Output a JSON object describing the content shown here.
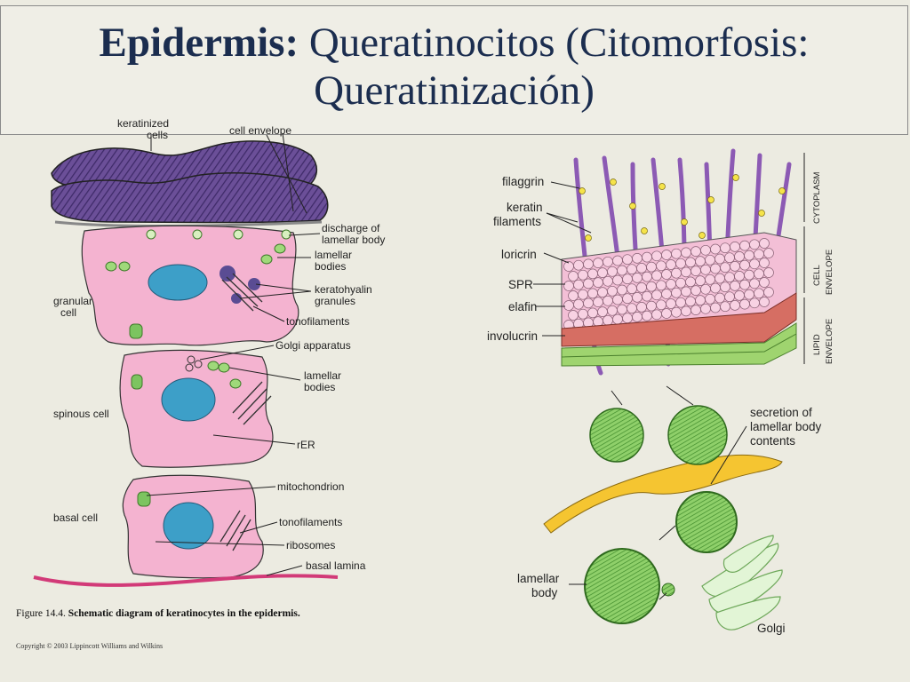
{
  "title": {
    "bold": "Epidermis:",
    "line1_rest": " Queratinocitos (Citomorfosis:",
    "line2": "Queratinización)"
  },
  "left_figure": {
    "labels": {
      "keratinized_1": "keratinized",
      "keratinized_2": "cells",
      "cell_envelope": "cell envelope",
      "discharge_1": "discharge of",
      "discharge_2": "lamellar body",
      "lamellar_1": "lamellar",
      "lamellar_2": "bodies",
      "keratohyalin_1": "keratohyalin",
      "keratohyalin_2": "granules",
      "tonofilaments_a": "tonofilaments",
      "golgi_apparatus": "Golgi apparatus",
      "lamellar_b1": "lamellar",
      "lamellar_b2": "bodies",
      "rer": "rER",
      "mitochondrion": "mitochondrion",
      "tonofilaments_b": "tonofilaments",
      "ribosomes": "ribosomes",
      "basal_lamina": "basal lamina",
      "granular_1": "granular",
      "granular_2": "cell",
      "spinous": "spinous cell",
      "basal": "basal cell"
    },
    "caption_prefix": "Figure 14.4.",
    "caption_text": " Schematic diagram of keratinocytes in the epidermis.",
    "copyright": "Copyright © 2003 Lippincott Williams and Wilkins"
  },
  "right_figure": {
    "labels": {
      "filaggrin": "filaggrin",
      "keratin_1": "keratin",
      "keratin_2": "filaments",
      "loricrin": "loricrin",
      "spr": "SPR",
      "elafin": "elafin",
      "involucrin": "involucrin",
      "cytoplasm": "CYTOPLASM",
      "cell_env_1": "CELL",
      "cell_env_2": "ENVELOPE",
      "lipid_1": "LIPID",
      "lipid_2": "ENVELOPE",
      "secretion_1": "secretion of",
      "secretion_2": "lamellar body",
      "secretion_3": "contents",
      "lamellar_1": "lamellar",
      "lamellar_2": "body",
      "golgi": "Golgi"
    }
  },
  "colors": {
    "title": "#1b2d4f",
    "cell_pink": "#f4b3d0",
    "nucleus_blue": "#3d9fc8",
    "keratin_purple": "#5a3f86",
    "green": "#7cc460",
    "yellow": "#f5c531",
    "background": "#ecebe1"
  }
}
